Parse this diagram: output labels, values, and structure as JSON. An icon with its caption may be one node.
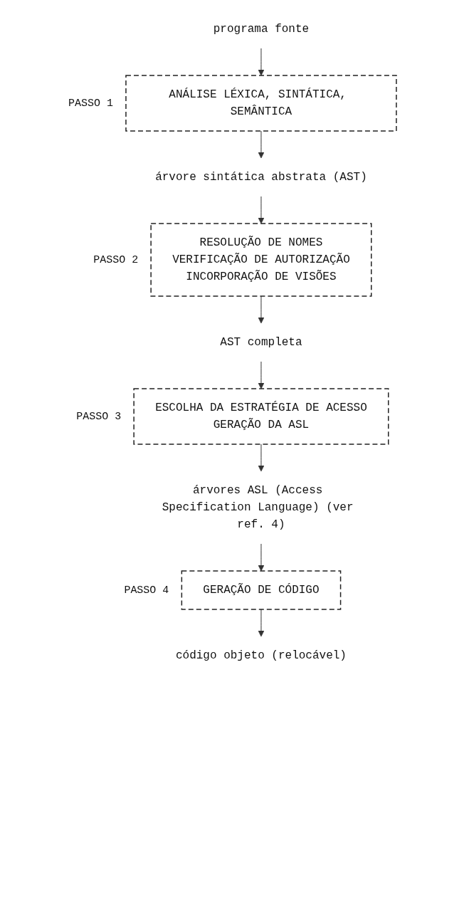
{
  "diagram": {
    "nodes": [
      {
        "text": [
          "programa fonte"
        ]
      },
      {
        "text": [
          "ANÁLISE LÉXICA, SINTÁTICA, SEMÂNTICA"
        ],
        "beside": [
          "PASSO 1"
        ]
      },
      {
        "text": [
          "árvore sintática abstrata (AST)"
        ]
      },
      {
        "text": [
          "RESOLUÇÃO DE NOMES",
          "VERIFICAÇÃO DE AUTORIZAÇÃO",
          "INCORPORAÇÃO DE VISÕES"
        ],
        "beside": [
          "PASSO 2"
        ]
      },
      {
        "text": [
          "AST completa"
        ]
      },
      {
        "text": [
          "ESCOLHA DA ESTRATÉGIA DE ACESSO",
          "GERAÇÃO DA ASL"
        ],
        "beside": [
          "PASSO 3"
        ]
      },
      {
        "text": [
          "árvores ASL (Access Specification Language) (ver ref. 4)"
        ]
      },
      {
        "text": [
          "GERAÇÃO DE CÓDIGO"
        ],
        "beside": [
          "PASSO 4"
        ]
      },
      {
        "text": [
          "código objeto (relocável)"
        ]
      }
    ],
    "edges": [
      {
        "from": 0,
        "to": 1,
        "arrow": "to"
      },
      {
        "from": 1,
        "to": 2,
        "arrow": "to"
      },
      {
        "from": 2,
        "to": 3,
        "arrow": "to"
      },
      {
        "from": 3,
        "to": 4,
        "arrow": "to"
      },
      {
        "from": 4,
        "to": 5,
        "arrow": "to"
      },
      {
        "from": 5,
        "to": 6,
        "arrow": "to"
      },
      {
        "from": 6,
        "to": 7,
        "arrow": "to"
      },
      {
        "from": 7,
        "to": 8,
        "arrow": "to"
      }
    ]
  }
}
